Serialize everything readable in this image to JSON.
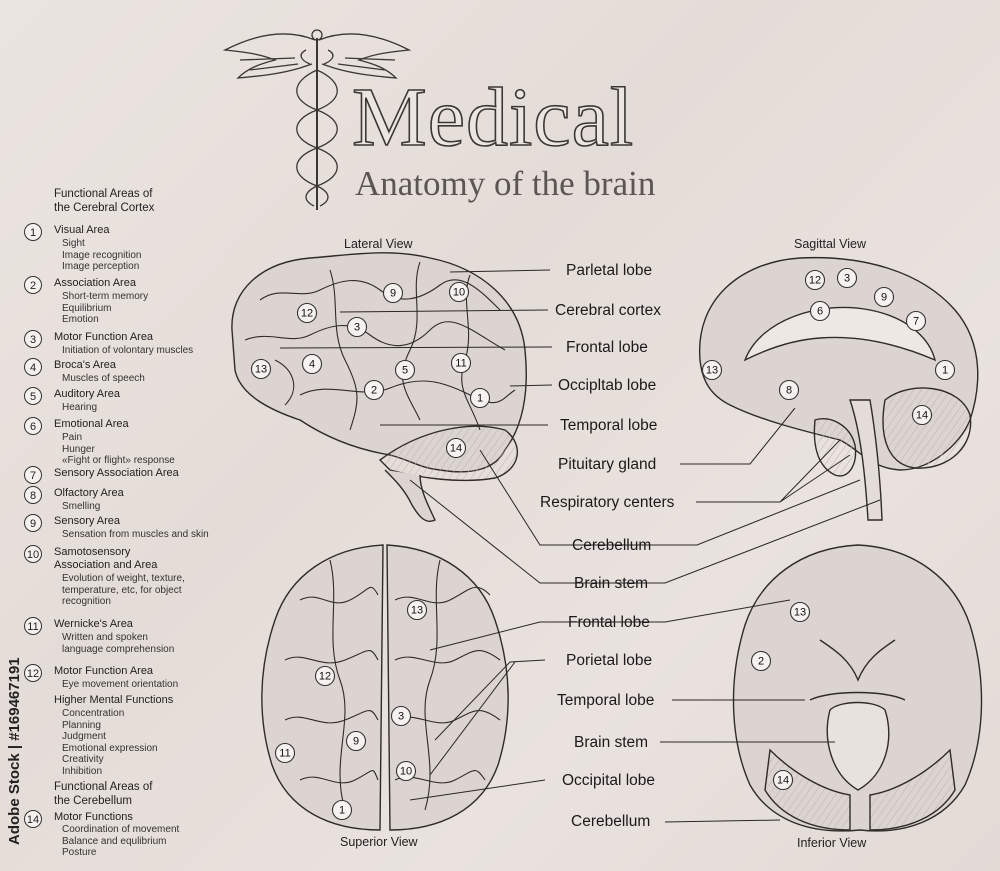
{
  "title": "Medical",
  "subtitle": "Anatomy of the brain",
  "legend": {
    "heading1": [
      "Functional Areas of",
      "the Cerebral Cortex"
    ],
    "items": [
      {
        "num": "1",
        "title": "Visual Area",
        "sub": [
          "Sight",
          "Image recognition",
          "Image perception"
        ]
      },
      {
        "num": "2",
        "title": "Association Area",
        "sub": [
          "Short-term memory",
          "Equilibrium",
          "Emotion"
        ]
      },
      {
        "num": "3",
        "title": "Motor Function Area",
        "sub": [
          "Initiation of volontary muscles"
        ]
      },
      {
        "num": "4",
        "title": "Broca's Area",
        "sub": [
          "Muscles of speech"
        ]
      },
      {
        "num": "5",
        "title": "Auditory Area",
        "sub": [
          "Hearing"
        ]
      },
      {
        "num": "6",
        "title": "Emotional Area",
        "sub": [
          "Pain",
          "Hunger",
          "«Fight or flight» response"
        ]
      },
      {
        "num": "7",
        "title": "Sensory Association Area",
        "sub": []
      },
      {
        "num": "8",
        "title": "Olfactory Area",
        "sub": [
          "Smelling"
        ]
      },
      {
        "num": "9",
        "title": "Sensory Area",
        "sub": [
          "Sensation from muscles and skin"
        ]
      },
      {
        "num": "10",
        "title": "Samotosensory",
        "title2": "Association and Area",
        "sub": [
          "Evolution of weight, texture,",
          "temperature, etc, for object",
          "recognition"
        ]
      },
      {
        "num": "11",
        "title": "Wernicke's Area",
        "sub": [
          "Written and spoken",
          "language comprehension"
        ]
      },
      {
        "num": "12",
        "title": "Motor Function Area",
        "sub": [
          "Eye movement orientation"
        ]
      }
    ],
    "higher_title": "Higher Mental Functions",
    "higher_sub": [
      "Concentration",
      "Planning",
      "Judgment",
      "Emotional expression",
      "Creativity",
      "Inhibition"
    ],
    "heading2": [
      "Functional Areas of",
      "the Cerebellum"
    ],
    "item14": {
      "num": "14",
      "title": "Motor Functions",
      "sub": [
        "Coordination of movement",
        "Balance and equlibrium",
        "Posture"
      ]
    }
  },
  "views": {
    "lateral": "Lateral View",
    "sagittal": "Sagittal View",
    "superior": "Superior View",
    "inferior": "Inferior View"
  },
  "labels_top": [
    "Parletal lobe",
    "Cerebral cortex",
    "Frontal lobe",
    "Occipltab lobe",
    "Temporal lobe",
    "Pituitary gland",
    "Respiratory centers",
    "Cerebellum",
    "Brain stem"
  ],
  "labels_bottom": [
    "Frontal lobe",
    "Porietal lobe",
    "Temporal lobe",
    "Brain stem",
    "Occipital lobe",
    "Cerebellum"
  ],
  "credit": "Adobe Stock | #169467191",
  "watermark": "Adobe Stock",
  "colors": {
    "background": "#e7e0dc",
    "ink": "#2a2726",
    "brain_fill": "#d9d1cd"
  }
}
